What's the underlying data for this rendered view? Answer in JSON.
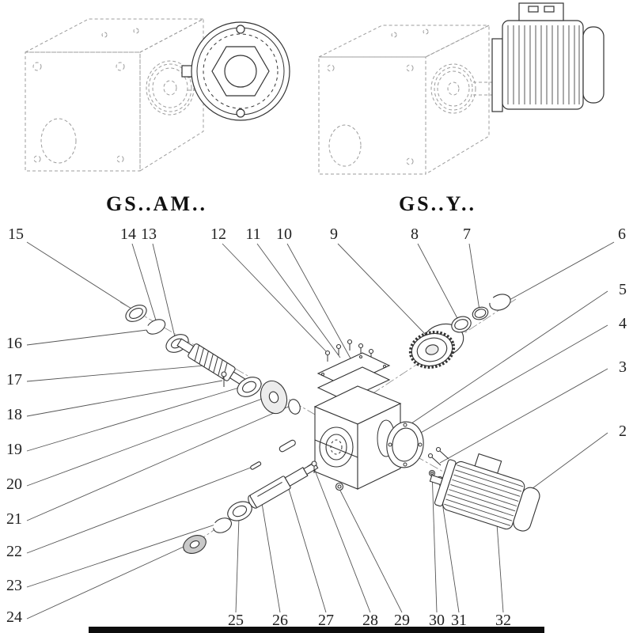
{
  "page": {
    "background": "#ffffff",
    "ink": "#333333",
    "sketch_ink": "#9c9c9c"
  },
  "variants": [
    {
      "label": "GS..AM.."
    },
    {
      "label": "GS..Y.."
    }
  ],
  "callouts": {
    "top": [
      "15",
      "14",
      "13",
      "12",
      "11",
      "10",
      "9",
      "8",
      "7",
      "6"
    ],
    "left": [
      "16",
      "17",
      "18",
      "19",
      "20",
      "21",
      "22",
      "23",
      "24"
    ],
    "right": [
      "5",
      "4",
      "3",
      "2"
    ],
    "bottom": [
      "25",
      "26",
      "27",
      "28",
      "29",
      "30",
      "31",
      "32"
    ]
  }
}
